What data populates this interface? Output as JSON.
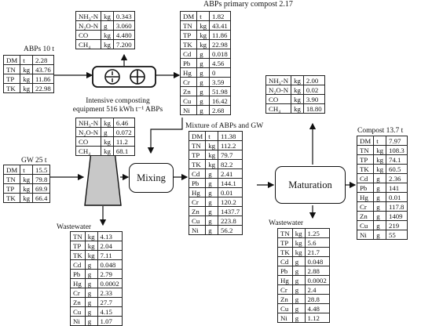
{
  "nodes": {
    "abps_label": "ABPs 10 t",
    "composting_label_line1": "Intensive composting",
    "composting_label_line2": "equipment 516 kWh t⁻¹ ABPs",
    "gw_label": "GW 25 t",
    "mixing": "Mixing",
    "maturation": "Maturation",
    "primary_compost_label": "ABPs primary compost 2.17",
    "mixture_label": "Mixture of ABPs and GW",
    "compost_label": "Compost 13.7 t",
    "wastewater1_label": "Wastewater",
    "wastewater2_label": "Wastewater"
  },
  "tables": {
    "emissions1": [
      [
        "NH₃-N",
        "kg",
        "0.343"
      ],
      [
        "N₂O-N",
        "g",
        "3.060"
      ],
      [
        "CO",
        "kg",
        "4.480"
      ],
      [
        "CH₄",
        "kg",
        "7.200"
      ]
    ],
    "abps": [
      [
        "DM",
        "t",
        "2.28"
      ],
      [
        "TN",
        "kg",
        "43.76"
      ],
      [
        "TP",
        "kg",
        "11.86"
      ],
      [
        "TK",
        "kg",
        "22.98"
      ]
    ],
    "emissions_comp": [
      [
        "NH₃-N",
        "kg",
        "6.46"
      ],
      [
        "N₂O-N",
        "g",
        "0.072"
      ],
      [
        "CO",
        "kg",
        "11.2"
      ],
      [
        "CH₄",
        "kg",
        "68.1"
      ]
    ],
    "gw": [
      [
        "DM",
        "t",
        "15.5"
      ],
      [
        "TN",
        "kg",
        "79.8"
      ],
      [
        "TP",
        "kg",
        "69.9"
      ],
      [
        "TK",
        "kg",
        "66.4"
      ]
    ],
    "wastewater1": [
      [
        "TN",
        "kg",
        "4.13"
      ],
      [
        "TP",
        "kg",
        "2.04"
      ],
      [
        "TK",
        "kg",
        "7.11"
      ],
      [
        "Cd",
        "g",
        "0.048"
      ],
      [
        "Pb",
        "g",
        "2.79"
      ],
      [
        "Hg",
        "g",
        "0.0002"
      ],
      [
        "Cr",
        "g",
        "2.33"
      ],
      [
        "Zn",
        "g",
        "27.7"
      ],
      [
        "Cu",
        "g",
        "4.15"
      ],
      [
        "Ni",
        "g",
        "1.07"
      ]
    ],
    "primary": [
      [
        "DM",
        "t",
        "1.82"
      ],
      [
        "TN",
        "kg",
        "43.41"
      ],
      [
        "TP",
        "kg",
        "11.86"
      ],
      [
        "TK",
        "kg",
        "22.98"
      ],
      [
        "Cd",
        "g",
        "0.018"
      ],
      [
        "Pb",
        "g",
        "4.56"
      ],
      [
        "Hg",
        "g",
        "0"
      ],
      [
        "Cr",
        "g",
        "3.59"
      ],
      [
        "Zn",
        "g",
        "51.98"
      ],
      [
        "Cu",
        "g",
        "16.42"
      ],
      [
        "Ni",
        "g",
        "2.68"
      ]
    ],
    "mixture": [
      [
        "DM",
        "t",
        "11.38"
      ],
      [
        "TN",
        "kg",
        "112.2"
      ],
      [
        "TP",
        "kg",
        "79.7"
      ],
      [
        "TK",
        "kg",
        "82.2"
      ],
      [
        "Cd",
        "g",
        "2.41"
      ],
      [
        "Pb",
        "g",
        "144.1"
      ],
      [
        "Hg",
        "g",
        "0.01"
      ],
      [
        "Cr",
        "g",
        "120.2"
      ],
      [
        "Zn",
        "g",
        "1437.7"
      ],
      [
        "Cu",
        "g",
        "223.8"
      ],
      [
        "Ni",
        "g",
        "56.2"
      ]
    ],
    "emissions2": [
      [
        "NH₃-N",
        "kg",
        "2.00"
      ],
      [
        "N₂O-N",
        "kg",
        "0.02"
      ],
      [
        "CO",
        "kg",
        "3.90"
      ],
      [
        "CH₄",
        "kg",
        "18.80"
      ]
    ],
    "compost": [
      [
        "DM",
        "t",
        "7.97"
      ],
      [
        "TN",
        "kg",
        "108.3"
      ],
      [
        "TP",
        "kg",
        "74.1"
      ],
      [
        "TK",
        "kg",
        "60.5"
      ],
      [
        "Cd",
        "g",
        "2.36"
      ],
      [
        "Pb",
        "g",
        "141"
      ],
      [
        "Hg",
        "g",
        "0.01"
      ],
      [
        "Cr",
        "g",
        "117.8"
      ],
      [
        "Zn",
        "g",
        "1409"
      ],
      [
        "Cu",
        "g",
        "219"
      ],
      [
        "Ni",
        "g",
        "55"
      ]
    ],
    "wastewater2": [
      [
        "TN",
        "kg",
        "1.25"
      ],
      [
        "TP",
        "kg",
        "5.6"
      ],
      [
        "TK",
        "kg",
        "21.7"
      ],
      [
        "Cd",
        "g",
        "0.048"
      ],
      [
        "Pb",
        "g",
        "2.88"
      ],
      [
        "Hg",
        "g",
        "0.0002"
      ],
      [
        "Cr",
        "g",
        "2.4"
      ],
      [
        "Zn",
        "g",
        "28.8"
      ],
      [
        "Cu",
        "g",
        "4.48"
      ],
      [
        "Ni",
        "g",
        "1.12"
      ]
    ]
  }
}
